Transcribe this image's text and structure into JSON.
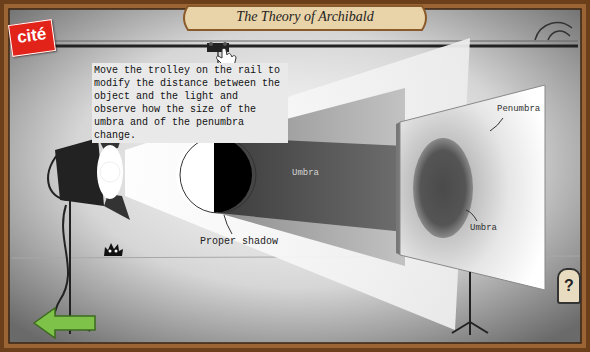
{
  "diagram": {
    "title": "The Theory of Archibald",
    "nodes": [
      {
        "text": [
          "cité"
        ]
      },
      {
        "text": [
          "?"
        ]
      }
    ],
    "labels": [
      "Move the trolley on the rail to modify the distance between the object and the light and observe how the size of the umbra and of the penumbra change.",
      "Umbra",
      "Proper shadow",
      "Penumbra",
      "Umbra"
    ]
  }
}
